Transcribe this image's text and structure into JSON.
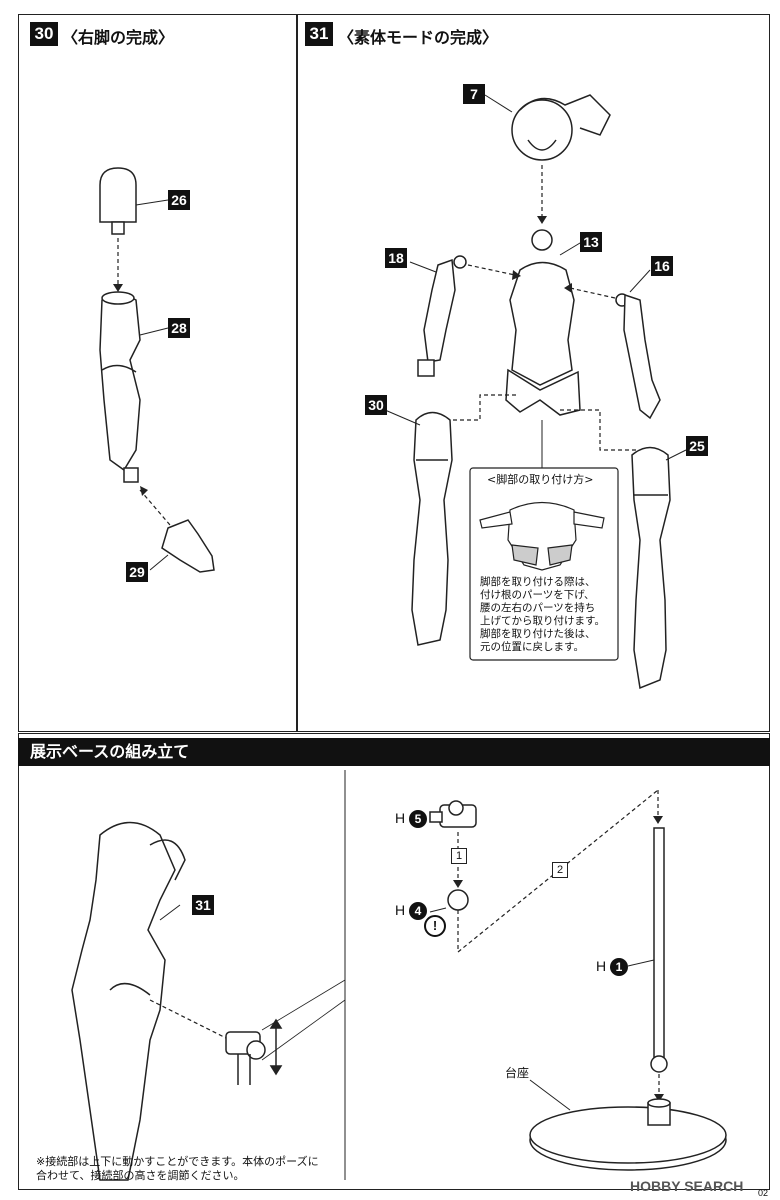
{
  "step30": {
    "number": "30",
    "title": "〈右脚の完成〉",
    "parts": [
      "26",
      "28",
      "29"
    ]
  },
  "step31": {
    "number": "31",
    "title": "〈素体モードの完成〉",
    "parts": [
      "7",
      "18",
      "13",
      "16",
      "30",
      "25"
    ],
    "inset_title": "<脚部の取り付け方>",
    "inset_text": "脚部を取り付ける際は、\n付け根のパーツを下げ、\n腰の左右のパーツを持ち\n上げてから取り付けます。\n脚部を取り付けた後は、\n元の位置に戻します。"
  },
  "base_section": {
    "title": "展示ベースの組み立て",
    "model_part": "31",
    "parts": [
      {
        "letter": "H",
        "num": "5"
      },
      {
        "letter": "H",
        "num": "4"
      },
      {
        "letter": "H",
        "num": "1"
      }
    ],
    "steps": [
      "1",
      "2"
    ],
    "caution_mark": "!",
    "pedestal_label": "台座",
    "note": "※接続部は上下に動かすことができます。本体のポーズに\n合わせて、接続部の高さを調節ください。"
  },
  "watermark": "HOBBY SEARCH",
  "page_number": "02",
  "colors": {
    "ink": "#111111",
    "paper": "#ffffff"
  }
}
